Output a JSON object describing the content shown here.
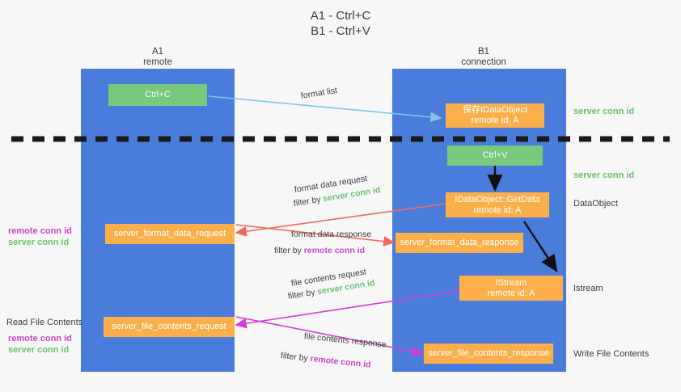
{
  "title": {
    "line1": "A1 - Ctrl+C",
    "line2": "B1 - Ctrl+V"
  },
  "columns": [
    {
      "name": "A1",
      "sub": "remote"
    },
    {
      "name": "B1",
      "sub": "connection"
    }
  ],
  "nodes": {
    "ctrl_c": "Ctrl+C",
    "ctrl_v": "Ctrl+V",
    "save_dataobject": {
      "line1": "保存IDataObject",
      "line2": "remote id: A"
    },
    "getdata": {
      "line1": "IDataObject::GetData",
      "line2": "remote id: A"
    },
    "istream": {
      "line1": "IStream",
      "line2": "remote id: A"
    },
    "format_data_request": "server_format_data_request",
    "format_data_response": "server_format_data_response",
    "file_contents_request": "server_file_contents_request",
    "file_contents_response": "server_file_contents_response"
  },
  "edge_labels": {
    "format_list": "format list",
    "format_data_request": "format data request",
    "format_data_request_filter_prefix": "filter by ",
    "format_data_request_filter_key": "server conn id",
    "format_data_response": "format data response",
    "format_data_response_filter_prefix": "filter by ",
    "format_data_response_filter_key": "remote conn id",
    "file_contents_request": "file contents request",
    "file_contents_request_filter_prefix": "filter by ",
    "file_contents_request_filter_key": "server conn id",
    "file_contents_response": "file contents response",
    "file_contents_response_filter_prefix": "filter by ",
    "file_contents_response_filter_key": "remote conn id"
  },
  "annotations": {
    "server_conn_id_top": "server conn id",
    "server_conn_id_mid": "server conn id",
    "dataobject": "DataObject",
    "istream": "Istream",
    "write_file_contents": "Write File Contents",
    "read_file_contents": "Read File Contents",
    "left_remote_conn_id_1": "remote conn id",
    "left_server_conn_id_1": "server conn id",
    "left_remote_conn_id_2": "remote conn id",
    "left_server_conn_id_2": "server conn id"
  },
  "colors": {
    "lane": "#4a7ddb",
    "green_box": "#79c87e",
    "orange_box": "#fbb04c",
    "green_text": "#6cc070",
    "magenta_text": "#cc44cc",
    "red_arrow": "#f0695a",
    "magenta_arrow": "#d63bd6",
    "blue_arrow": "#7fc4e8",
    "black_arrow": "#111111",
    "background": "#f7f7f7"
  }
}
